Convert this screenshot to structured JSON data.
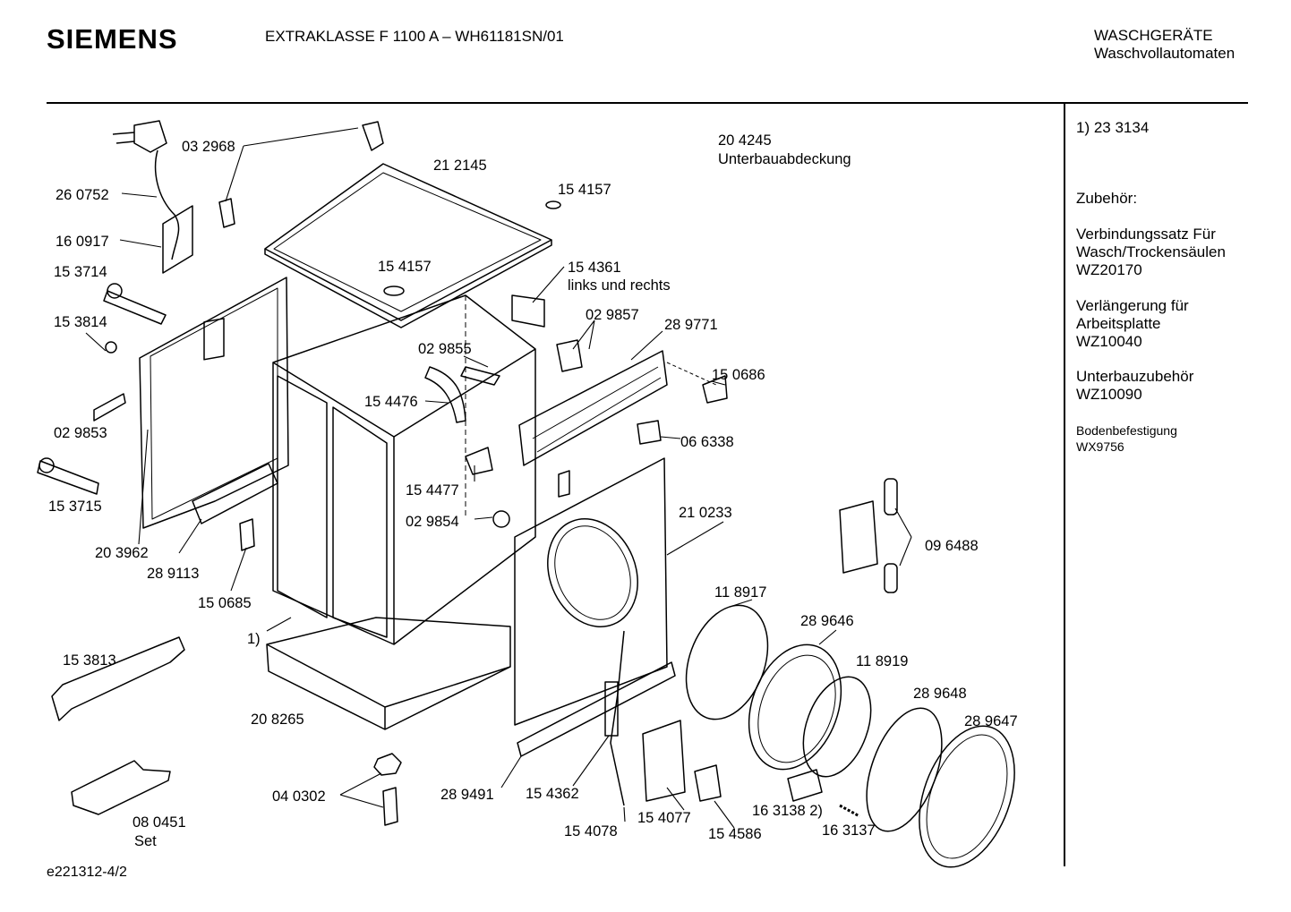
{
  "header": {
    "brand": "SIEMENS",
    "model_line": "EXTRAKLASSE F 1100 A – WH61181SN/01",
    "category_line1": "WASCHGERÄTE",
    "category_line2": "Waschvollautomaten"
  },
  "sidebar": {
    "note": "1)  23 3134",
    "accessories_title": "Zubehör:",
    "items": [
      {
        "desc": "Verbindungssatz Für Wasch/Trockensäulen",
        "code": "WZ20170"
      },
      {
        "desc": "Verlängerung für Arbeitsplatte",
        "code": "WZ10040"
      },
      {
        "desc": "Unterbauzubehör",
        "code": "WZ10090"
      },
      {
        "desc": "Bodenbefestigung",
        "code": "WX9756"
      }
    ]
  },
  "parts": {
    "p032968": "03 2968",
    "p212145": "21 2145",
    "p204245": "20 4245",
    "p204245_desc": "Unterbauabdeckung",
    "p260752": "26 0752",
    "p154157a": "15 4157",
    "p154157b": "15 4157",
    "p160917": "16 0917",
    "p153714": "15 3714",
    "p154361": "15 4361",
    "p154361_desc": "links und rechts",
    "p153814": "15 3814",
    "p029857": "02 9857",
    "p289771": "28 9771",
    "p029855": "02 9855",
    "p150686": "15 0686",
    "p154476": "15 4476",
    "p029853": "02 9853",
    "p066338": "06 6338",
    "p153715": "15 3715",
    "p154477": "15 4477",
    "p210233": "21 0233",
    "p029854": "02 9854",
    "p203962": "20 3962",
    "p096488": "09 6488",
    "p289113": "28 9113",
    "p150685": "15 0685",
    "p118917": "11 8917",
    "p289646": "28 9646",
    "p1note": "1)",
    "p118919": "11 8919",
    "p153813": "15 3813",
    "p289648": "28 9648",
    "p289647": "28 9647",
    "p208265": "20 8265",
    "p040302": "04 0302",
    "p289491": "28 9491",
    "p154362": "15 4362",
    "p163138": "16 3138 2)",
    "p080451": "08 0451",
    "p080451_desc": "Set",
    "p154077": "15 4077",
    "p154586": "15 4586",
    "p163137": "16 3137",
    "p154078": "15 4078"
  },
  "footer": {
    "code": "e221312-4/2"
  }
}
